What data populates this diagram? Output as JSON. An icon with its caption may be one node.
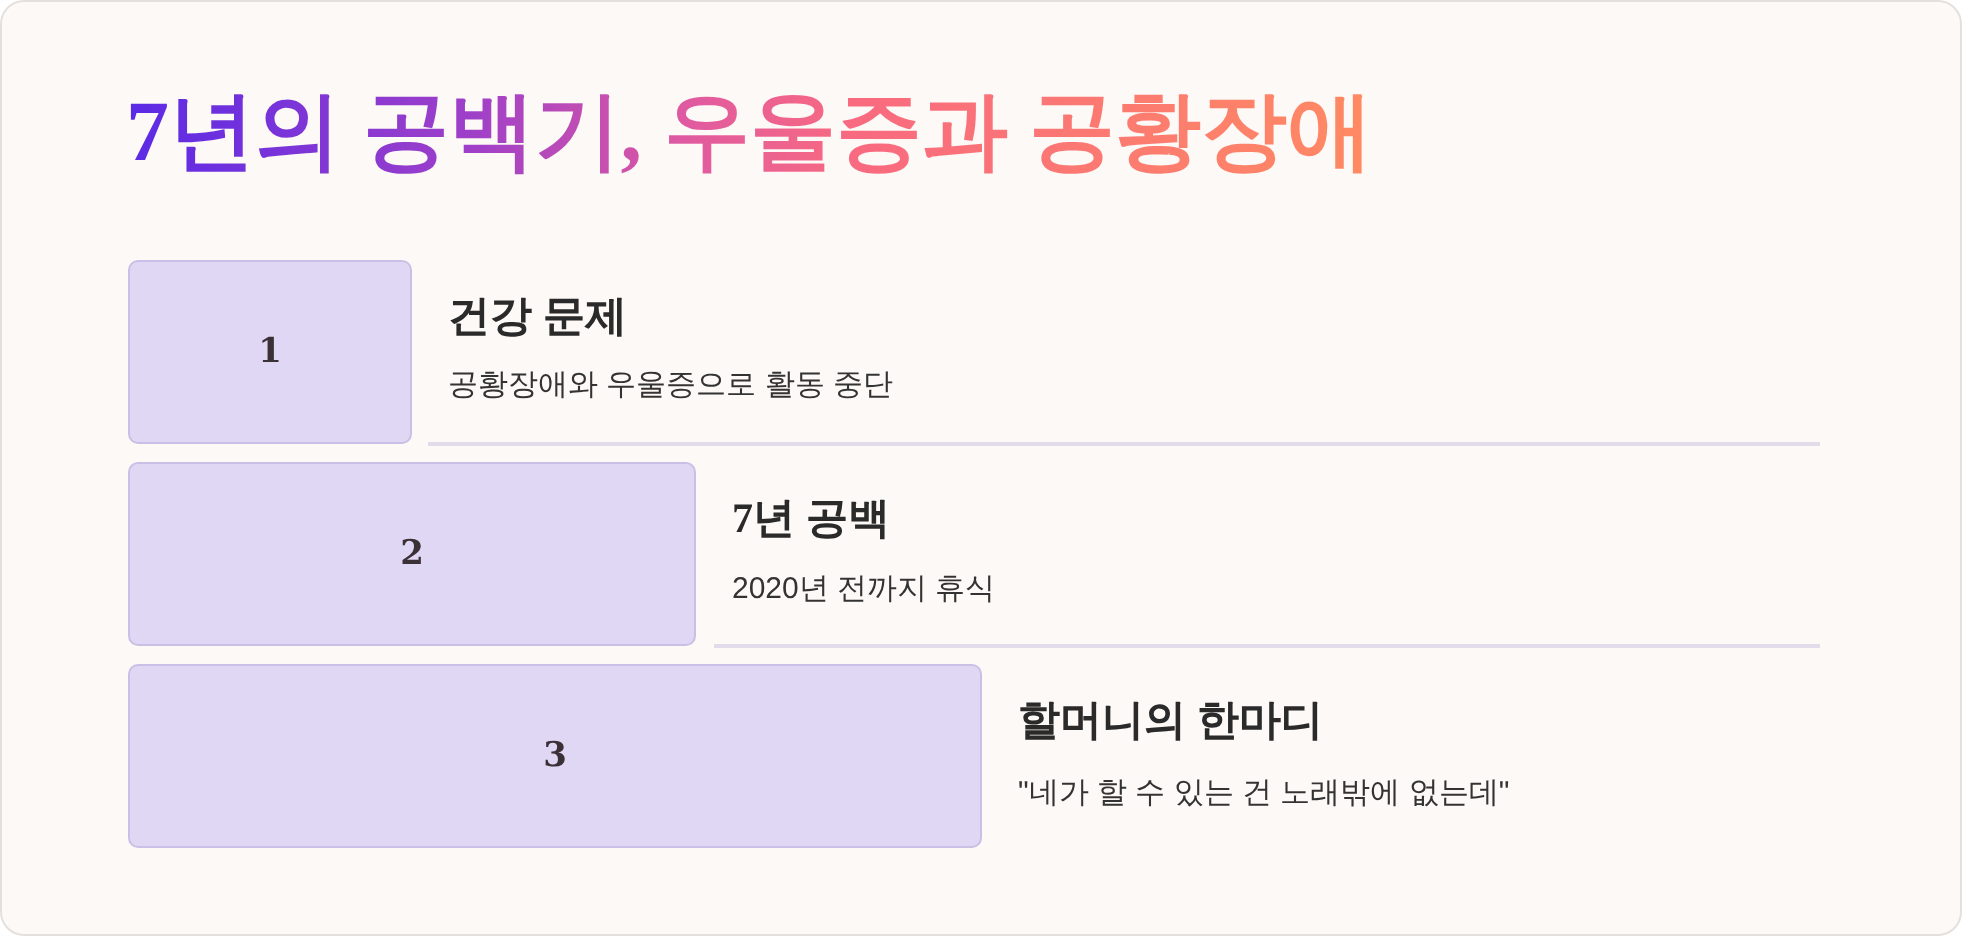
{
  "diagram": {
    "title": "7년의 공백기, 우울증과 공황장애",
    "nodes": [
      {
        "text": [
          "1"
        ],
        "beside": [
          "건강 문제",
          "공황장애와 우울증으로 활동 중단"
        ]
      },
      {
        "text": [
          "2"
        ],
        "beside": [
          "7년 공백",
          "2020년 전까지 휴식"
        ]
      },
      {
        "text": [
          "3"
        ],
        "beside": [
          "할머니의 한마디",
          "\"네가 할 수 있는 건 노래밖에 없는데\""
        ]
      }
    ]
  }
}
